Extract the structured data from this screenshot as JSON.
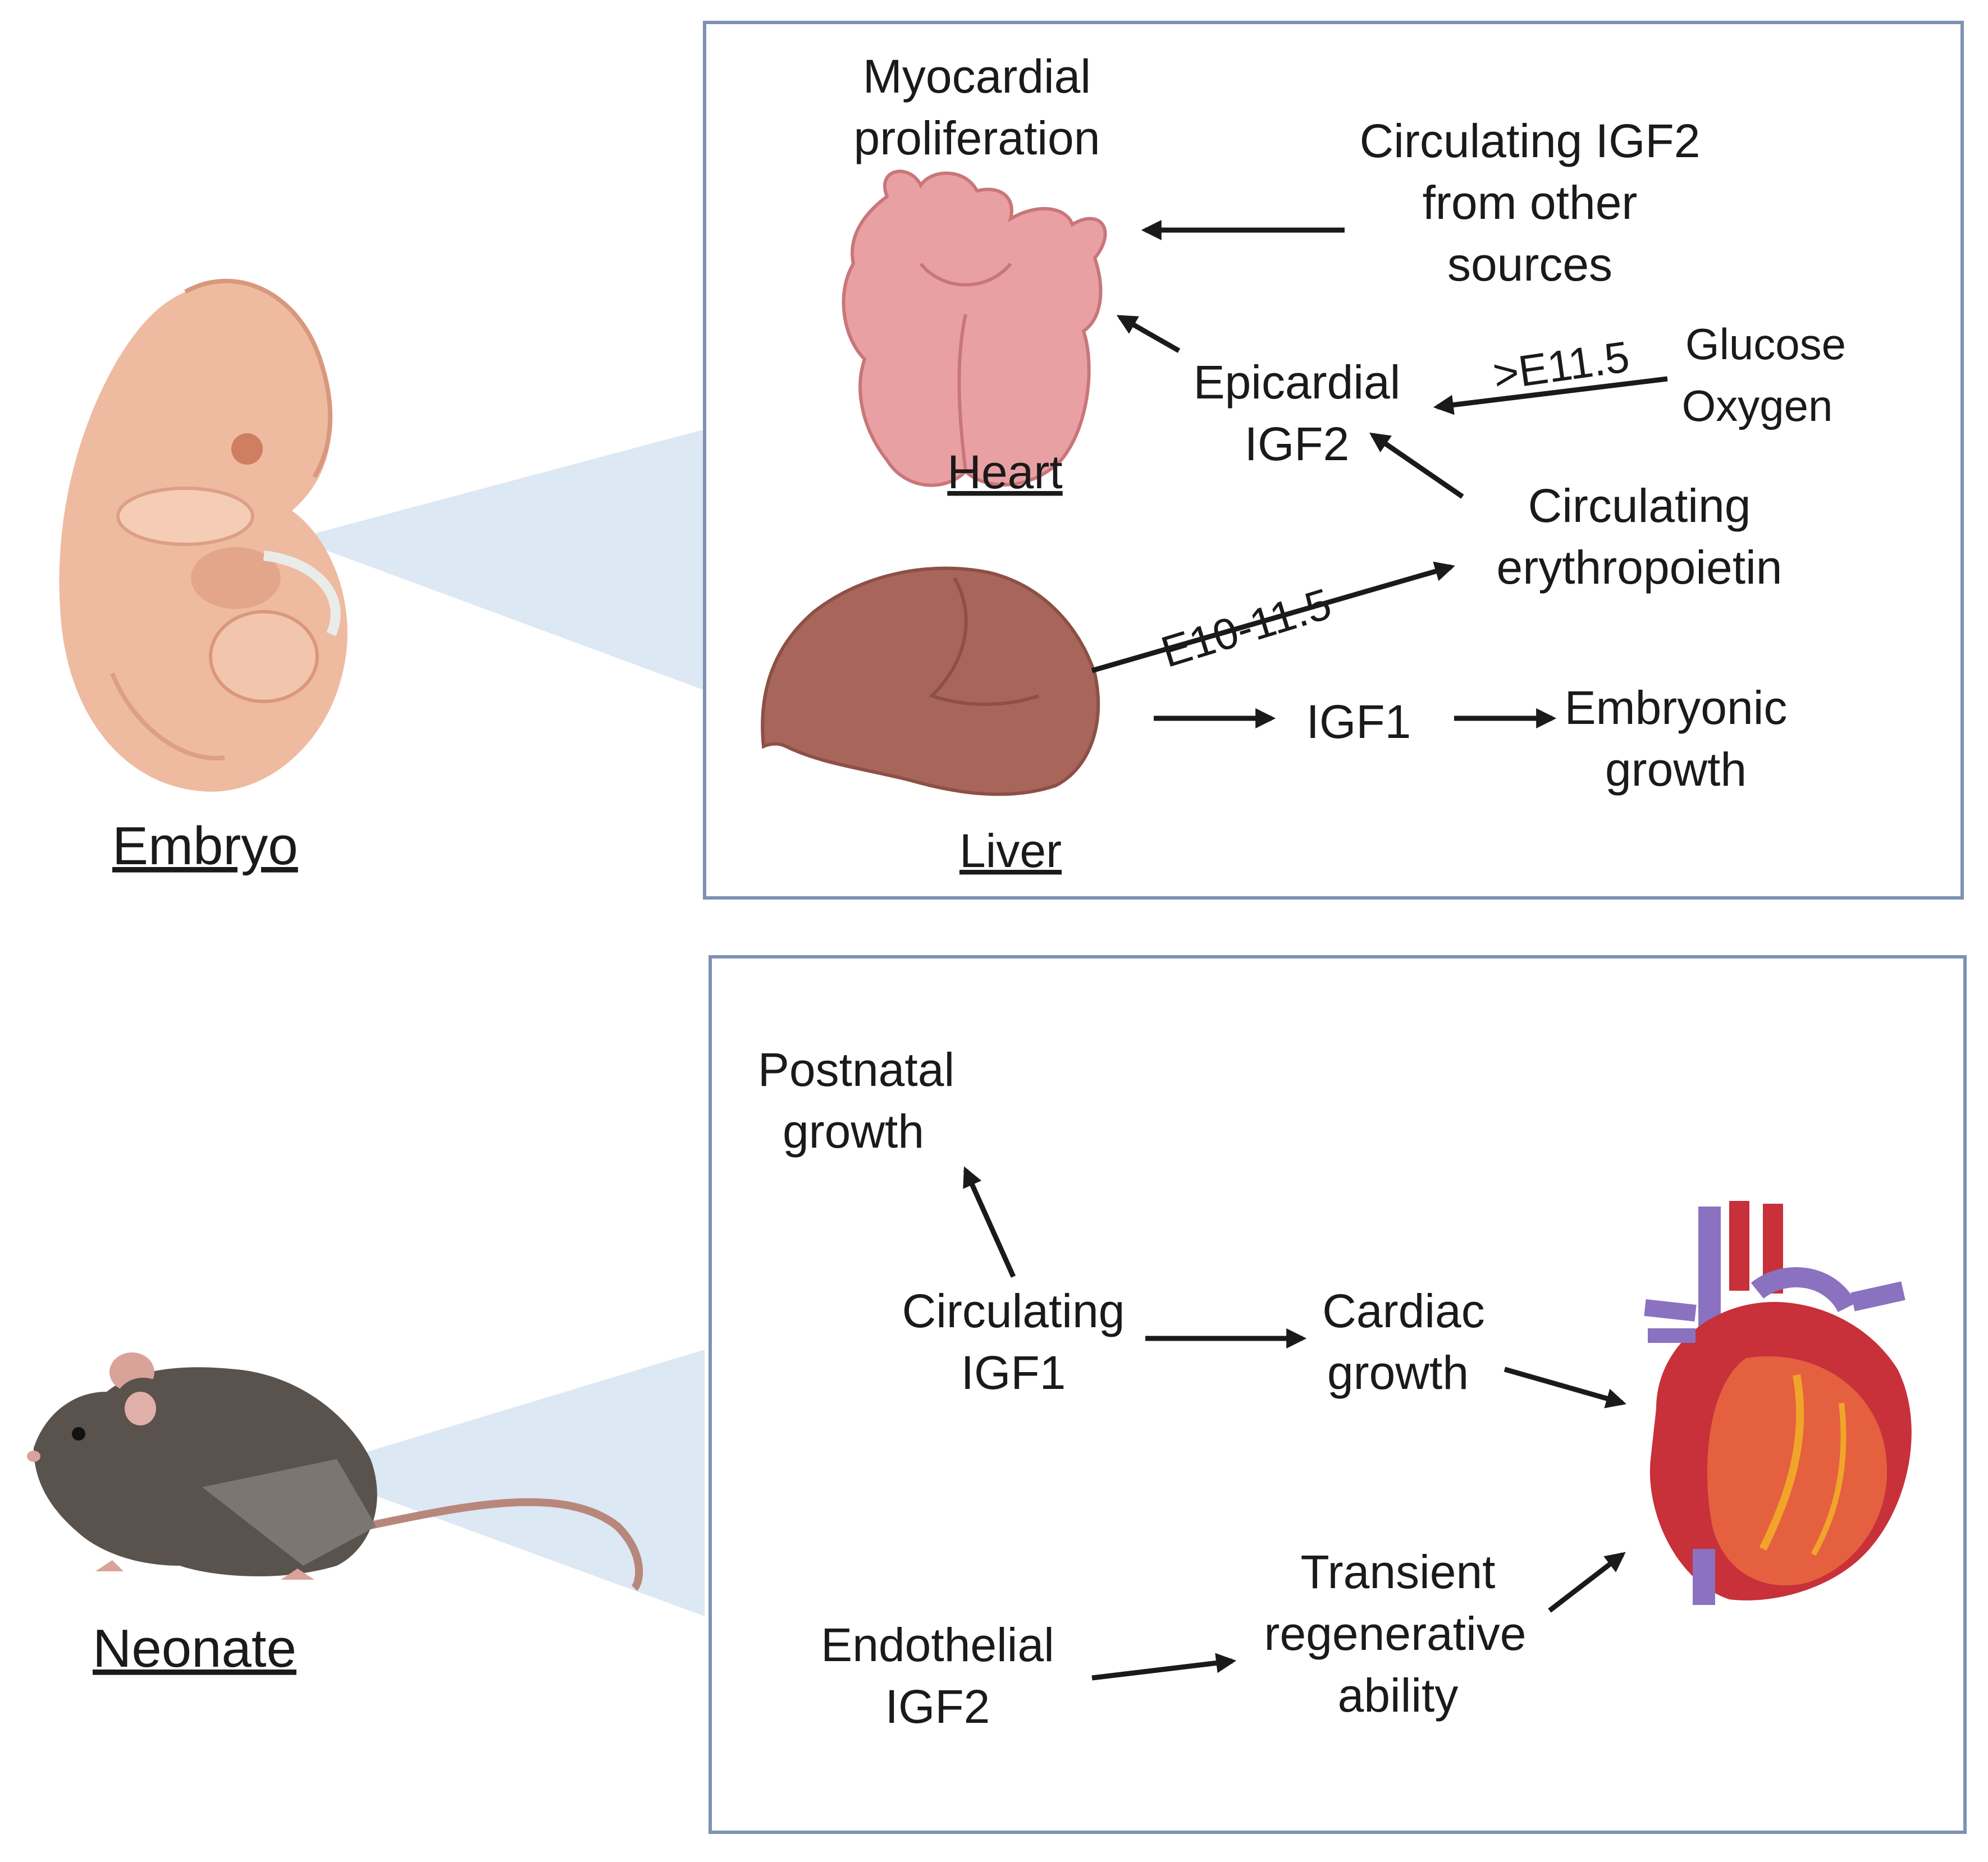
{
  "organisms": {
    "embryo": "Embryo",
    "neonate": "Neonate"
  },
  "embryo_panel": {
    "myocardial": [
      "Myocardial",
      "proliferation"
    ],
    "heart": "Heart",
    "circulating_igf2": [
      "Circulating IGF2",
      "from other",
      "sources"
    ],
    "epicardial_igf2": [
      "Epicardial",
      "IGF2"
    ],
    "stage_late": ">E11.5",
    "glucose_oxygen": [
      "Glucose",
      "Oxygen"
    ],
    "circulating_epo": [
      "Circulating",
      "erythropoietin"
    ],
    "stage_early": "E10-11.5",
    "liver": "Liver",
    "igf1": "IGF1",
    "embryonic_growth": [
      "Embryonic",
      "growth"
    ]
  },
  "neonate_panel": {
    "postnatal_growth": [
      "Postnatal",
      "growth"
    ],
    "circulating_igf1": [
      "Circulating",
      "IGF1"
    ],
    "cardiac_growth": [
      "Cardiac",
      "growth"
    ],
    "endothelial_igf2": [
      "Endothelial",
      "IGF2"
    ],
    "regenerative": [
      "Transient",
      "regenerative",
      "ability"
    ]
  },
  "colors": {
    "panel_border": "#7d92b3",
    "beam": "#dce8f3",
    "embryo_skin": "#eebba1",
    "liver": "#a8655a",
    "embryo_heart": "#e8a0a3",
    "mouse": "#5a524c",
    "adult_heart": "#c8303a",
    "vessel": "#8a72c0"
  }
}
